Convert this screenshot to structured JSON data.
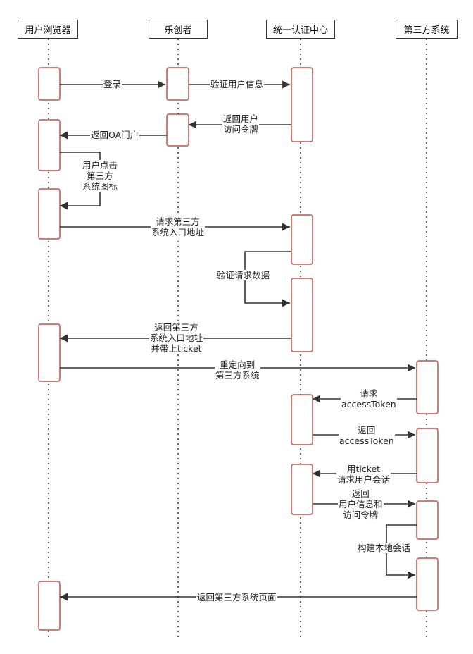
{
  "actors": [
    {
      "id": "browser",
      "label": "用户浏览器"
    },
    {
      "id": "lechuang",
      "label": "乐创者"
    },
    {
      "id": "auth",
      "label": "统一认证中心"
    },
    {
      "id": "third",
      "label": "第三方系统"
    }
  ],
  "messages": [
    {
      "id": "m1",
      "text": "登录"
    },
    {
      "id": "m2",
      "text": "验证用户信息"
    },
    {
      "id": "m3",
      "text": "返回用户\n访问令牌"
    },
    {
      "id": "m4",
      "text": "返回OA门户"
    },
    {
      "id": "m5",
      "text": "用户点击\n第三方\n系统图标"
    },
    {
      "id": "m6",
      "text": "请求第三方\n系统入口地址"
    },
    {
      "id": "m7",
      "text": "验证请求数据"
    },
    {
      "id": "m8",
      "text": "返回第三方\n系统入口地址\n并带上ticket"
    },
    {
      "id": "m9",
      "text": "重定向到\n第三方系统"
    },
    {
      "id": "m10",
      "text": "请求\naccessToken"
    },
    {
      "id": "m11",
      "text": "返回\naccessToken"
    },
    {
      "id": "m12",
      "text": "用ticket\n请求用户会话"
    },
    {
      "id": "m13",
      "text": "返回\n用户信息和\n访问令牌"
    },
    {
      "id": "m14",
      "text": "构建本地会话"
    },
    {
      "id": "m15",
      "text": "返回第三方系统页面"
    }
  ],
  "colors": {
    "activation_border": "#c0504d",
    "line": "#333333"
  }
}
